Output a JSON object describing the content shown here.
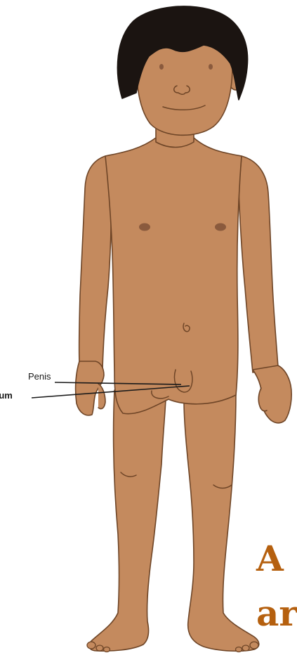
{
  "diagram": {
    "labels": {
      "penis": "Penis",
      "scrotum": "tum"
    },
    "heading": {
      "line1": "A",
      "line2": "ar"
    }
  },
  "colors": {
    "skin": "#c48a5e",
    "skin_outline": "#6e4527",
    "hair": "#1b1411",
    "nipple": "#8a5a3d",
    "heading": "#b5600f",
    "leader_line": "#1a1a1a"
  }
}
